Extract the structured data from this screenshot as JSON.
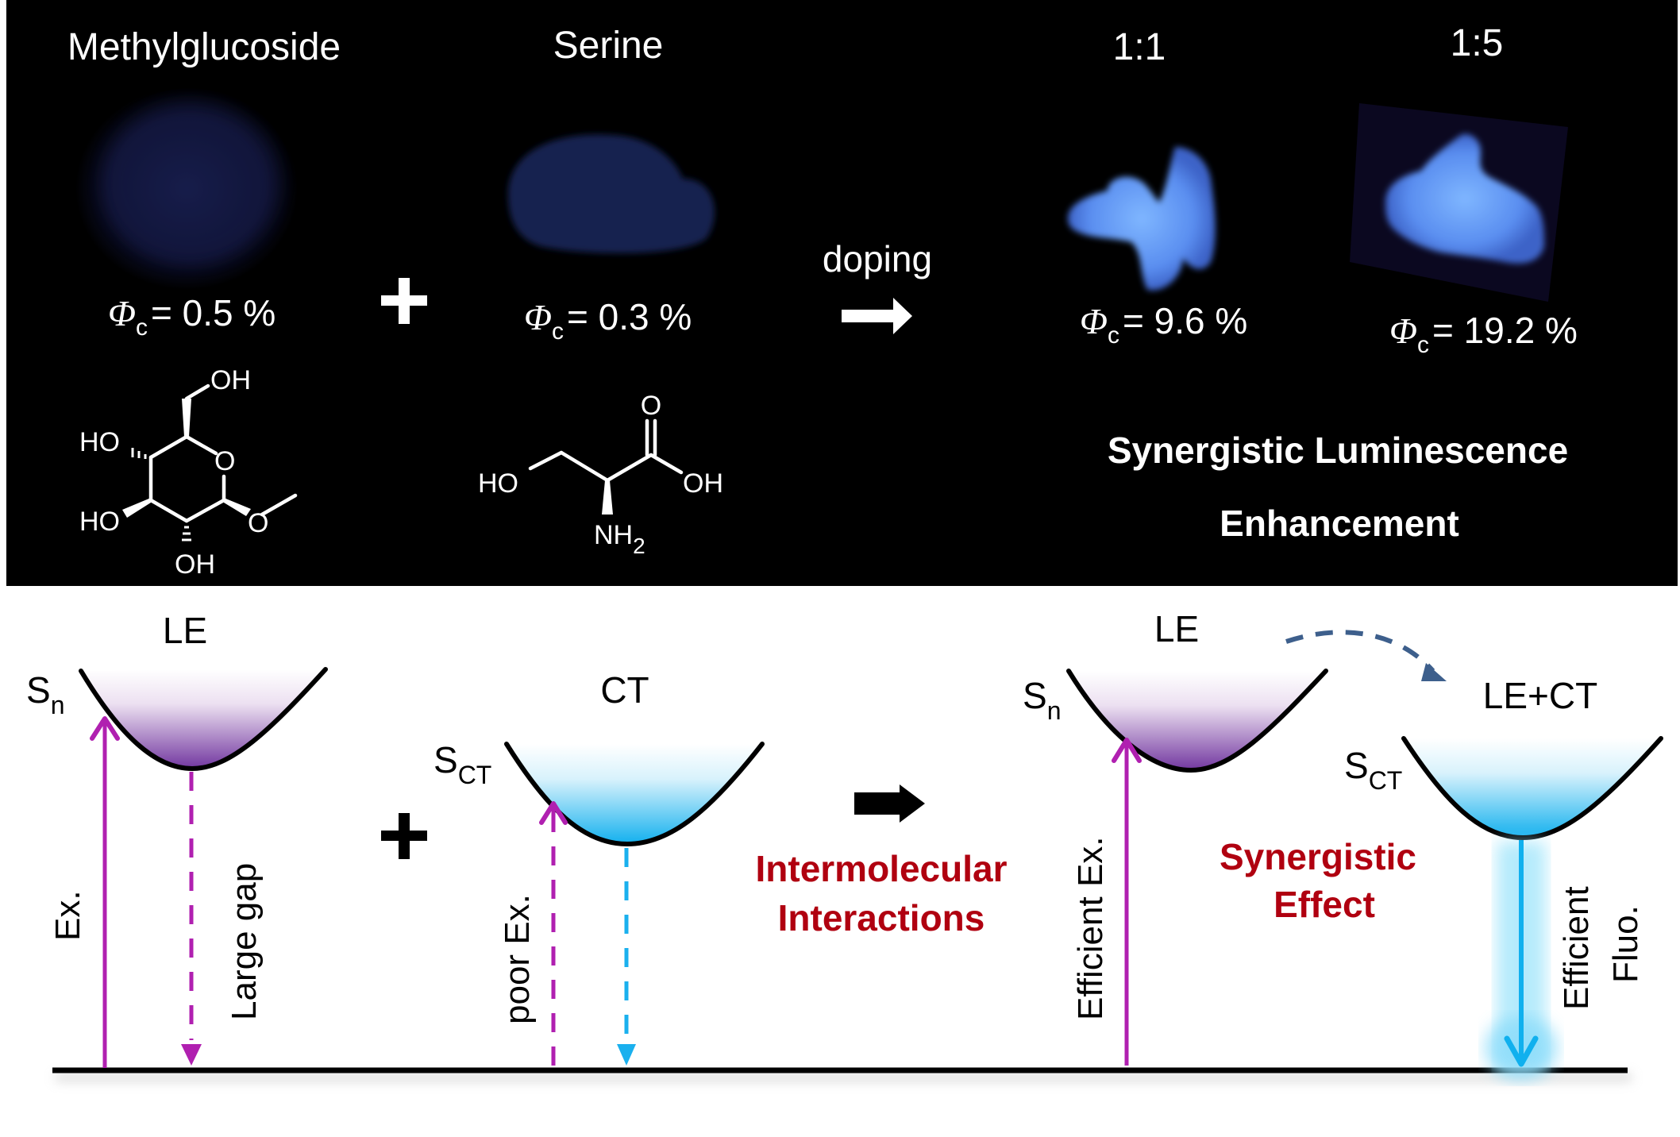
{
  "top_panel": {
    "samples": [
      {
        "name": "Methylglucoside",
        "phi_symbol": "Φ",
        "phi_sub": "c",
        "phi_value": "= 0.5 %",
        "glow": "very weak"
      },
      {
        "name": "Serine",
        "phi_symbol": "Φ",
        "phi_sub": "c",
        "phi_value": "= 0.3 %",
        "glow": "weak"
      },
      {
        "name": "1:1",
        "phi_symbol": "Φ",
        "phi_sub": "c",
        "phi_value": "= 9.6 %",
        "glow": "bright"
      },
      {
        "name": "1:5",
        "phi_symbol": "Φ",
        "phi_sub": "c",
        "phi_value": "= 19.2 %",
        "glow": "bright"
      }
    ],
    "plus": "+",
    "process_label": "doping",
    "result_title_line1": "Synergistic Luminescence",
    "result_title_line2": "Enhancement",
    "structures": {
      "methylglucoside": {
        "labels": [
          "OH",
          "HO",
          "O",
          "HO",
          "O",
          "OH"
        ]
      },
      "serine": {
        "labels": [
          "O",
          "HO",
          "OH",
          "NH",
          "2"
        ]
      }
    }
  },
  "bottom_panel": {
    "left": {
      "well1": {
        "title": "LE",
        "state": "S",
        "state_sub": "n"
      },
      "well2": {
        "title": "CT",
        "state": "S",
        "state_sub": "CT"
      },
      "arrows": {
        "ex": "Ex.",
        "large_gap": "Large gap",
        "poor_ex": "poor Ex."
      },
      "plus": "+"
    },
    "middle": {
      "line1": "Intermolecular",
      "line2": "Interactions"
    },
    "right": {
      "well1": {
        "title": "LE",
        "state": "S",
        "state_sub": "n"
      },
      "well2": {
        "title": "LE+CT",
        "state": "S",
        "state_sub": "CT"
      },
      "arrows": {
        "efficient_ex": "Efficient Ex.",
        "efficient_fluo_line1": "Efficient",
        "efficient_fluo_line2": "Fluo."
      },
      "effect_line1": "Synergistic",
      "effect_line2": "Effect"
    }
  },
  "colors": {
    "panel_bg": "#000000",
    "excitation": "#b020b0",
    "fluorescence": "#10b0ee",
    "le_well": "#7a3fa6",
    "ct_well": "#1ab4ee",
    "highlight_text": "#b00010",
    "transfer_arrow": "#3d5f8c"
  }
}
